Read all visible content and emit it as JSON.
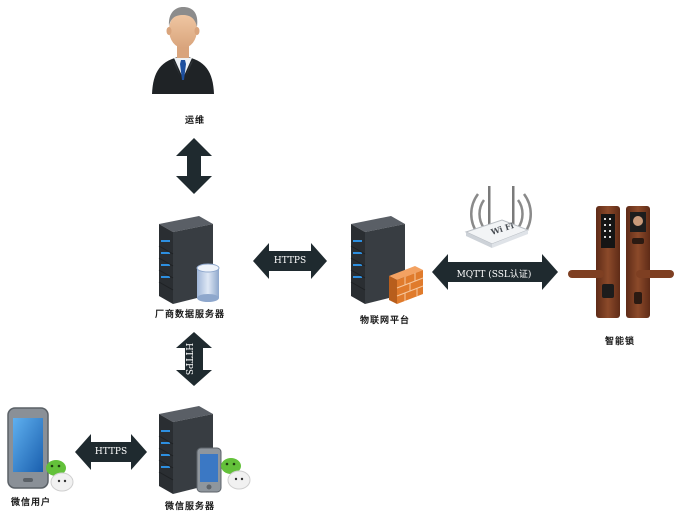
{
  "nodes": {
    "ops": {
      "label": "运维"
    },
    "vendor_server": {
      "label": "厂商数据服务器"
    },
    "iot_platform": {
      "label": "物联网平台"
    },
    "smart_lock": {
      "label": "智能锁"
    },
    "wechat_server": {
      "label": "微信服务器"
    },
    "wechat_user": {
      "label": "微信用户"
    }
  },
  "edges": {
    "vendor_iot": {
      "label": "HTTPS"
    },
    "vendor_wechat": {
      "label": "HTTPS"
    },
    "iot_lock": {
      "label": "MQTT (SSL认证)"
    },
    "user_wechat": {
      "label": "HTTPS"
    }
  },
  "colors": {
    "arrow": "#1f2a2f",
    "server_dark": "#2b2f33",
    "server_light": "#4a4f55",
    "led_blue": "#2d8fe0",
    "firewall": "#e07b2c",
    "lock_body": "#7a3b22",
    "wechat_green": "#63c13a"
  },
  "icons": {
    "ops": "person-icon",
    "vendor_server": "server-database-icon",
    "iot_platform": "server-firewall-icon",
    "smart_lock": "smart-lock-icon",
    "router": "wifi-router-icon",
    "wechat_server": "server-phone-wechat-icon",
    "wechat_user": "phone-wechat-icon"
  }
}
